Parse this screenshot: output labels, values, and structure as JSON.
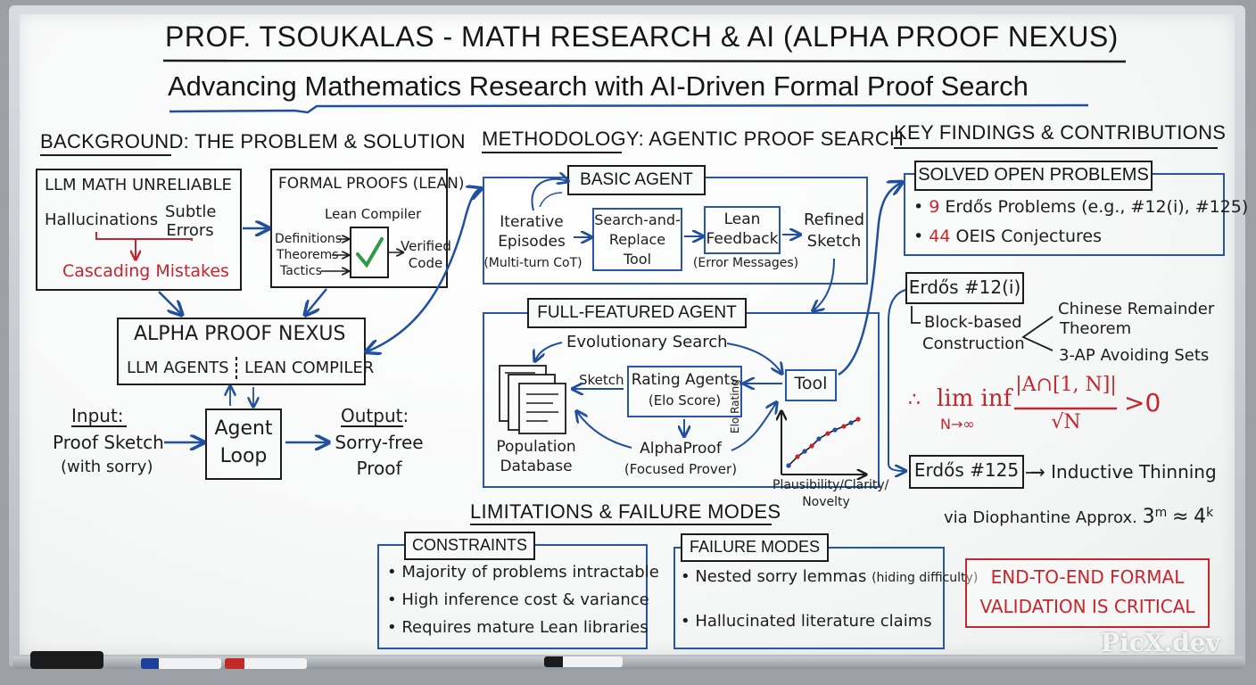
{
  "title": "PROF. TSOUKALAS - MATH RESEARCH & AI  (ALPHA PROOF NEXUS)",
  "subtitle": "Advancing Mathematics Research with AI-Driven Formal Proof Search",
  "background": {
    "header": "BACKGROUND: THE PROBLEM & SOLUTION",
    "llm_box": {
      "title": "LLM MATH UNRELIABLE",
      "hallucinations": "Hallucinations",
      "subtle_errors": [
        "Subtle",
        "Errors"
      ],
      "cascading": "Cascading Mistakes"
    },
    "formal_box": {
      "title": "FORMAL PROOFS (LEAN)",
      "compiler": "Lean Compiler",
      "inputs": [
        "Definitions",
        "Theorems",
        "Tactics"
      ],
      "output": [
        "Verified",
        "Code"
      ]
    },
    "nexus": {
      "title": "ALPHA PROOF NEXUS",
      "left": "LLM AGENTS",
      "right": "LEAN COMPILER"
    },
    "input": {
      "label": "Input:",
      "lines": [
        "Proof Sketch",
        "(with sorry)"
      ]
    },
    "loop": [
      "Agent",
      "Loop"
    ],
    "output": {
      "label": "Output:",
      "lines": [
        "Sorry-free",
        "Proof"
      ]
    }
  },
  "methodology": {
    "header": "METHODOLOGY: AGENTIC PROOF SEARCH",
    "basic": {
      "title": "BASIC AGENT",
      "iterative": [
        "Iterative",
        "Episodes"
      ],
      "multiturn": "(Multi-turn CoT)",
      "search": [
        "Search-and-",
        "Replace",
        "Tool"
      ],
      "lean": [
        "Lean",
        "Feedback"
      ],
      "error": "(Error Messages)",
      "refined": [
        "Refined",
        "Sketch"
      ]
    },
    "full": {
      "title": "FULL-FEATURED AGENT",
      "evolutionary": "Evolutionary Search",
      "sketch": "Sketch",
      "rating": [
        "Rating Agents",
        "(Elo Score)"
      ],
      "tool": "Tool",
      "population": [
        "Population",
        "Database"
      ],
      "alphaproof": [
        "AlphaProof",
        "(Focused Prover)"
      ],
      "elo_axis": "Elo Rating",
      "x_axis": [
        "Plausibility/Clarity/",
        "Novelty"
      ]
    }
  },
  "findings": {
    "header": "KEY FINDINGS & CONTRIBUTIONS",
    "solved": {
      "title": "SOLVED OPEN PROBLEMS",
      "items": [
        {
          "num": "9",
          "text": "Erdős Problems (e.g., #12(i), #125)"
        },
        {
          "num": "44",
          "text": "OEIS Conjectures"
        }
      ]
    },
    "erdos12": {
      "title": "Erdős #12(i)",
      "block": [
        "Block-based",
        "Construction"
      ],
      "crt": [
        "Chinese Remainder",
        "Theorem"
      ],
      "ap": "3-AP Avoiding Sets",
      "formula": {
        "therefore": "∴",
        "liminf": "lim inf",
        "sub": "N→∞",
        "numerator": "|A∩[1, N]|",
        "denominator": "√N",
        "rel": ">0"
      }
    },
    "erdos125": {
      "title": "Erdős #125",
      "result": "→ Inductive Thinning",
      "via": "via Diophantine Approx.",
      "expr": {
        "base1": "3",
        "exp1": "m",
        "approx": "≈",
        "base2": "4",
        "exp2": "k"
      }
    }
  },
  "limitations": {
    "header": "LIMITATIONS & FAILURE MODES",
    "constraints": {
      "title": "CONSTRAINTS",
      "items": [
        "Majority of problems intractable",
        "High inference cost & variance",
        "Requires mature Lean libraries"
      ]
    },
    "failures": {
      "title": "FAILURE MODES",
      "items": [
        "Nested sorry lemmas",
        "Hallucinated literature claims"
      ],
      "note": "(hiding difficulty)"
    }
  },
  "callout": [
    "END-TO-END FORMAL",
    "VALIDATION IS CRITICAL"
  ],
  "watermark": "PicX.dev",
  "colors": {
    "red": "#c4262e",
    "blue": "#1f4f9e",
    "ink": "#1c1c1c",
    "board": "#f7f8f8"
  }
}
